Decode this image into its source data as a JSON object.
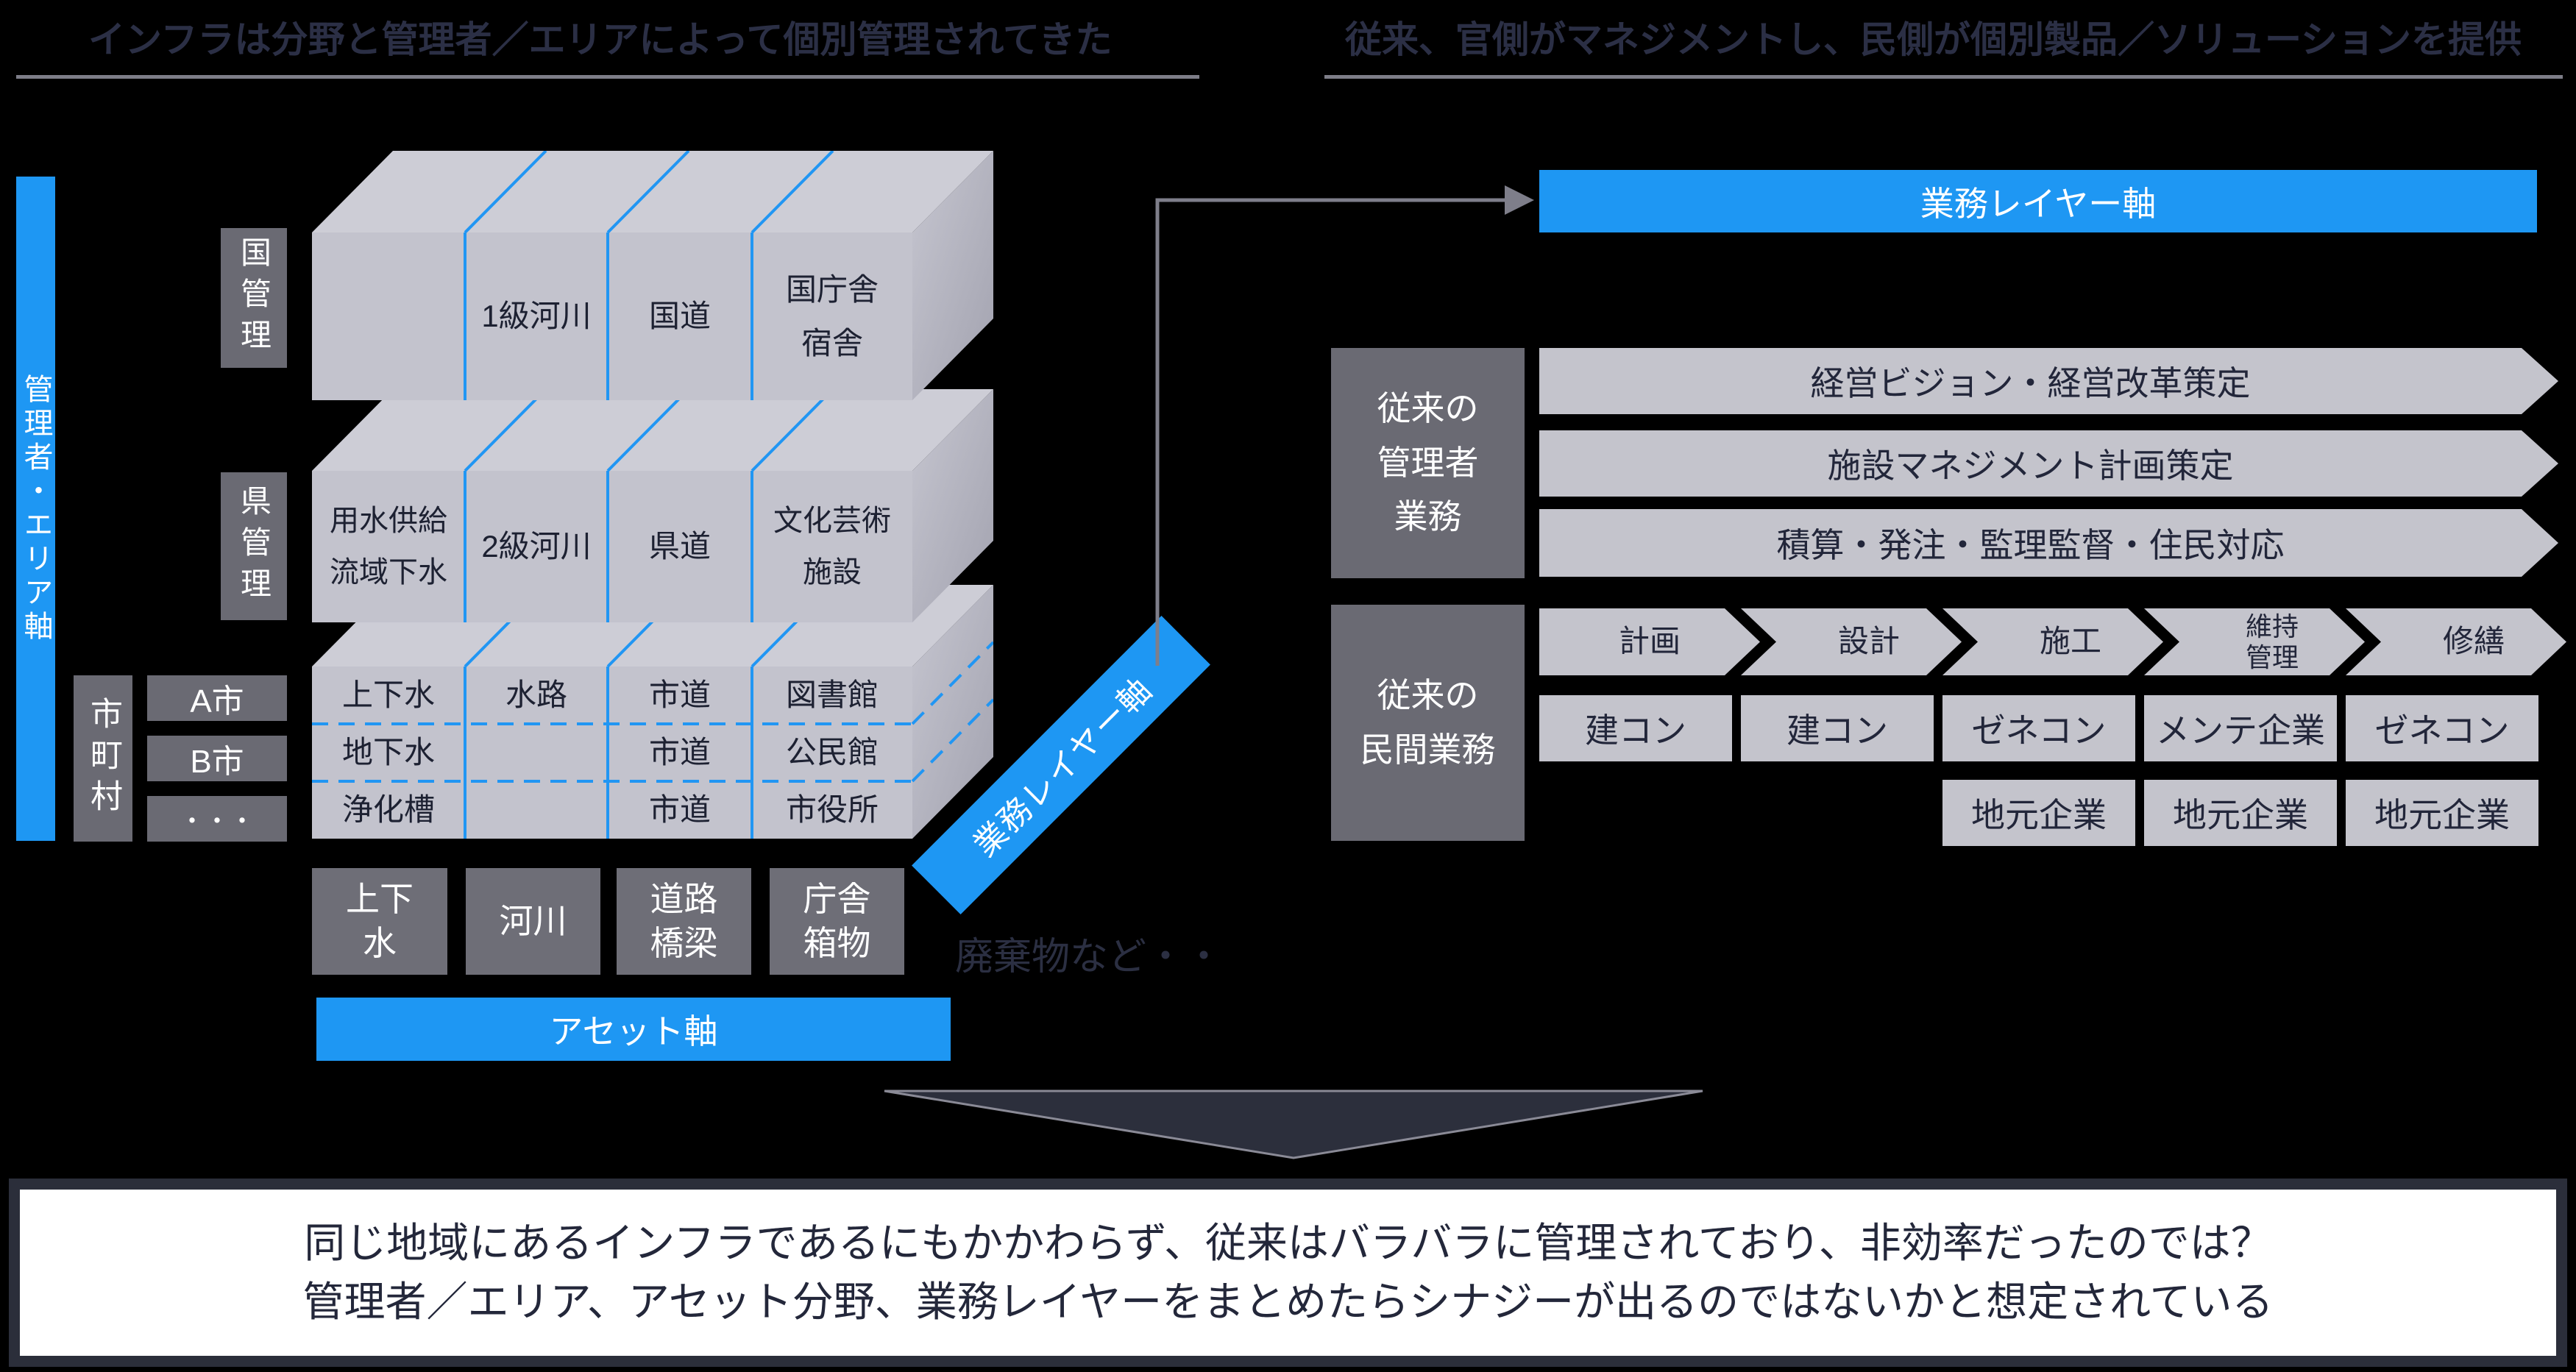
{
  "titles": {
    "left": "インフラは分野と管理者／エリアによって個別管理されてきた",
    "right": "従来、官側がマネジメントし、民側が個別製品／ソリューションを提供"
  },
  "colors": {
    "background": "#000000",
    "accent_blue": "#1e97f3",
    "panel_gray": "#6a6a73",
    "shape_light_gray": "#c4c4cc",
    "cube_top": "#cdcdd6",
    "cube_front": "#c3c3cd",
    "cube_side": "#a9a9b5",
    "ink_dark": "#23273a",
    "line_gray": "#7e7e8a",
    "bottom_frame": "#2b2e3a"
  },
  "left_diagram": {
    "area_axis_label": "管理者・エリア軸",
    "manager_labels": {
      "national": "国管理",
      "prefecture": "県管理",
      "municipal": "市町村"
    },
    "city_labels": [
      "A市",
      "B市",
      "・・・"
    ],
    "cube_national": {
      "cells": [
        "",
        "1級河川",
        "国道",
        "国庁舎\n宿舎"
      ]
    },
    "cube_prefecture": {
      "cells": [
        "用水供給\n流域下水",
        "2級河川",
        "県道",
        "文化芸術\n施設"
      ]
    },
    "cube_municipal": {
      "rows": [
        [
          "上下水",
          "水路",
          "市道",
          "図書館"
        ],
        [
          "地下水",
          "",
          "市道",
          "公民館"
        ],
        [
          "浄化槽",
          "",
          "市道",
          "市役所"
        ]
      ]
    },
    "asset_boxes": [
      "上下\n水",
      "河川",
      "道路\n橋梁",
      "庁舎\n箱物"
    ],
    "waste_note": "廃棄物など・・",
    "asset_axis_label": "アセット軸",
    "layer_axis_ribbon": "業務レイヤー軸"
  },
  "right_diagram": {
    "layer_axis_label": "業務レイヤー軸",
    "manager_tasks_label": "従来の\n管理者\n業務",
    "manager_task_bars": [
      "経営ビジョン・経営改革策定",
      "施設マネジメント計画策定",
      "積算・発注・監理監督・住民対応"
    ],
    "private_tasks_label": "従来の\n民間業務",
    "process_steps": [
      "計画",
      "設計",
      "施工",
      "維持\n管理",
      "修繕"
    ],
    "companies_row1": [
      "建コン",
      "建コン",
      "ゼネコン",
      "メンテ企業",
      "ゼネコン"
    ],
    "companies_row2": [
      "地元企業",
      "地元企業",
      "地元企業"
    ]
  },
  "bottom": {
    "line1": "同じ地域にあるインフラであるにもかかわらず、従来はバラバラに管理されており、非効率だったのでは？",
    "line2": "管理者／エリア、アセット分野、業務レイヤーをまとめたらシナジーが出るのではないかと想定されている"
  }
}
